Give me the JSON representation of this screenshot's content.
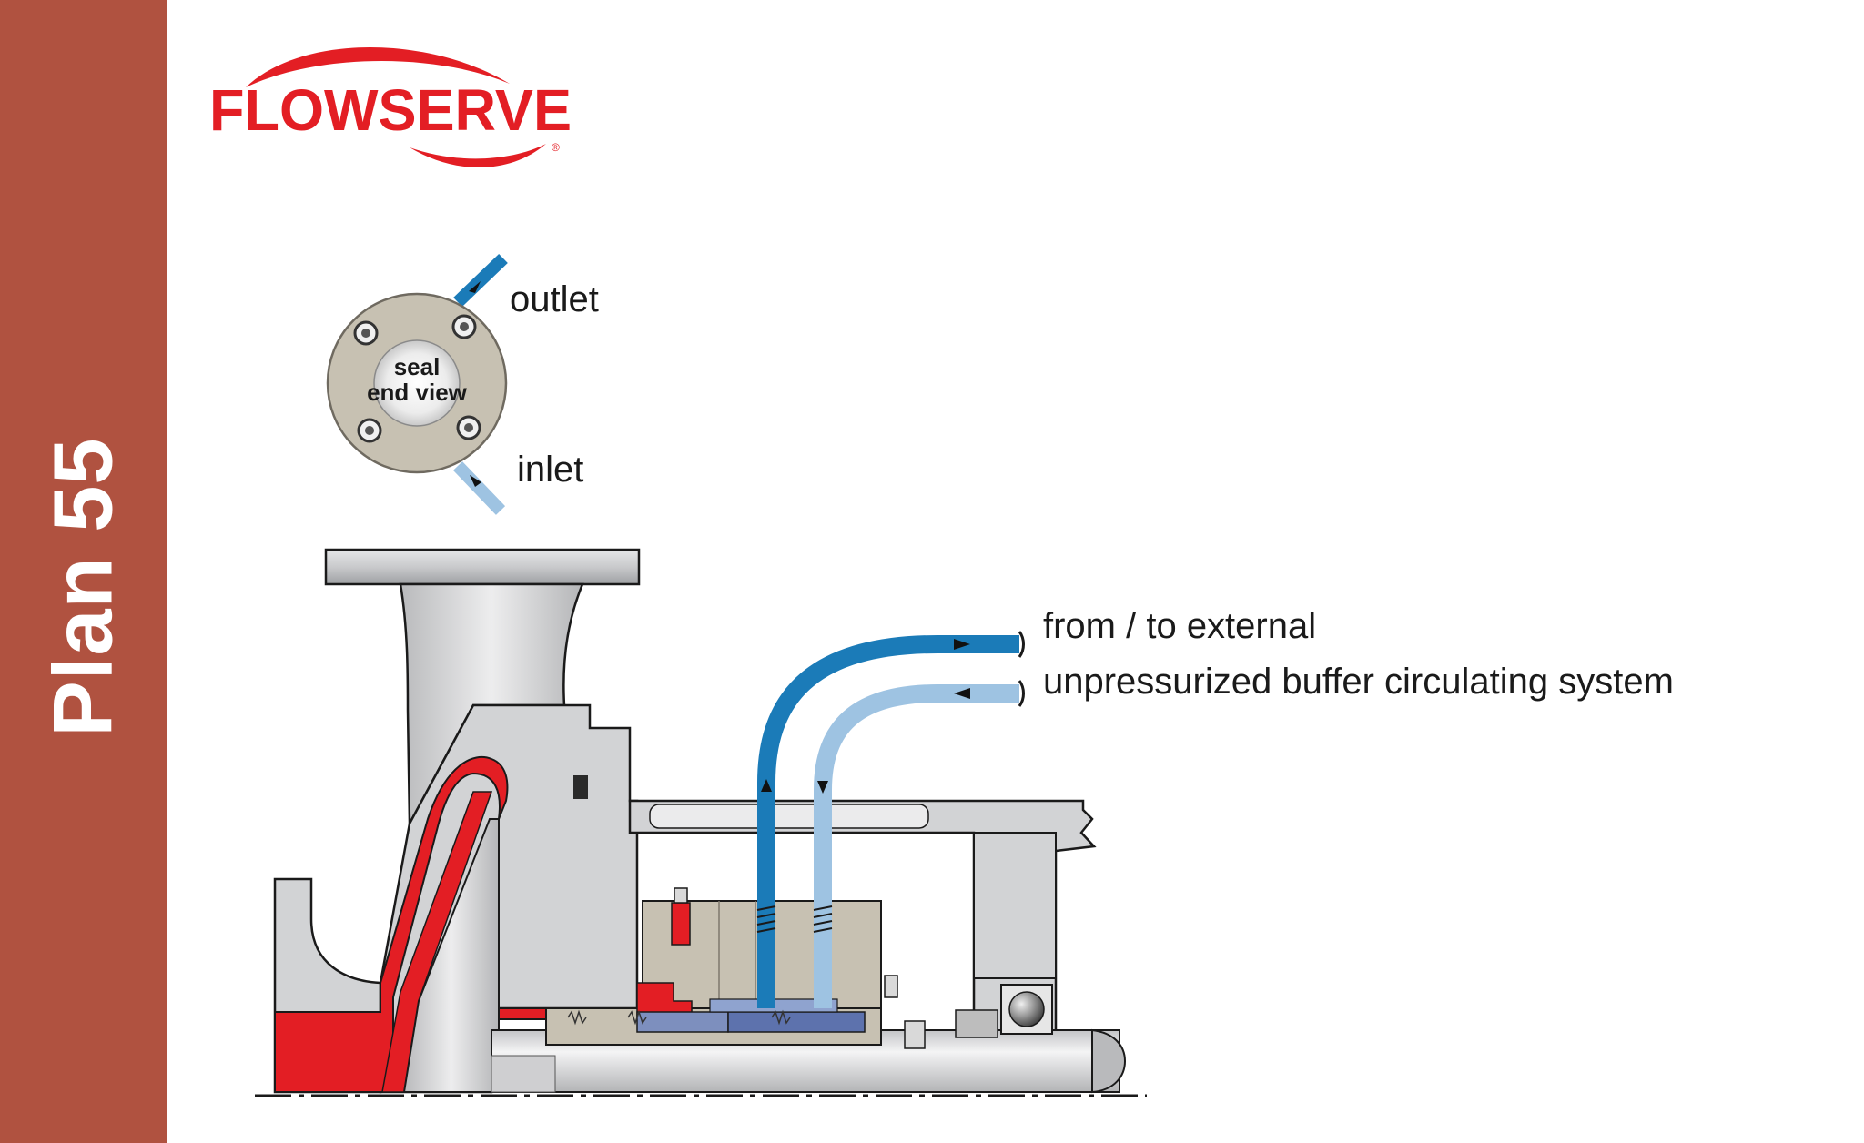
{
  "sidebar": {
    "title": "Plan 55"
  },
  "logo": {
    "text": "FLOWSERVE",
    "registered": "®",
    "color": "#e31e24"
  },
  "seal_view": {
    "line1": "seal",
    "line2": "end view"
  },
  "labels": {
    "outlet": "outlet",
    "inlet": "inlet",
    "external_line1": "from / to external",
    "external_line2": "unpressurized buffer circulating system"
  },
  "colors": {
    "sidebar": "#b05240",
    "outlet_pipe": "#1b7bb8",
    "inlet_pipe": "#9ec3e2",
    "process_fluid": "#e31e24",
    "casing": "#d2d3d5",
    "seal_body": "#c7c1b2"
  }
}
